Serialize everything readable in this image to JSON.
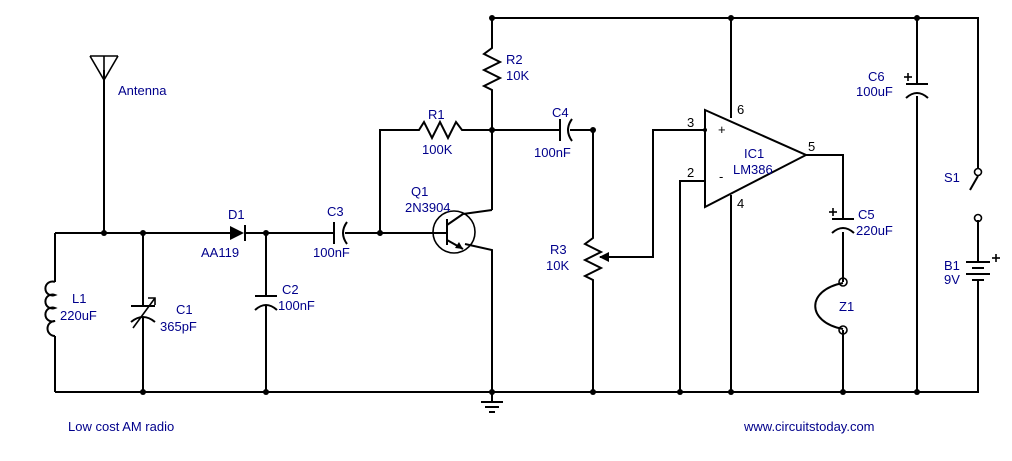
{
  "caption": "Low cost AM radio",
  "website": "www.circuitstoday.com",
  "colors": {
    "wire": "#000000",
    "label": "#00008B",
    "background": "#ffffff"
  },
  "components": {
    "antenna": {
      "label": "Antenna"
    },
    "l1": {
      "ref": "L1",
      "value": "220uF"
    },
    "c1": {
      "ref": "C1",
      "value": "365pF"
    },
    "d1": {
      "ref": "D1",
      "value": "AA119"
    },
    "c2": {
      "ref": "C2",
      "value": "100nF"
    },
    "c3": {
      "ref": "C3",
      "value": "100nF"
    },
    "r1": {
      "ref": "R1",
      "value": "100K"
    },
    "q1": {
      "ref": "Q1",
      "value": "2N3904"
    },
    "r2": {
      "ref": "R2",
      "value": "10K"
    },
    "c4": {
      "ref": "C4",
      "value": "100nF"
    },
    "r3": {
      "ref": "R3",
      "value": "10K"
    },
    "ic1": {
      "ref": "IC1",
      "value": "LM386",
      "pins": {
        "p2": "2",
        "p3": "3",
        "p4": "4",
        "p5": "5",
        "p6": "6"
      },
      "plus": "+",
      "minus": "-"
    },
    "c5": {
      "ref": "C5",
      "value": "220uF"
    },
    "z1": {
      "ref": "Z1"
    },
    "c6": {
      "ref": "C6",
      "value": "100uF"
    },
    "s1": {
      "ref": "S1"
    },
    "b1": {
      "ref": "B1",
      "value": "9V"
    }
  }
}
